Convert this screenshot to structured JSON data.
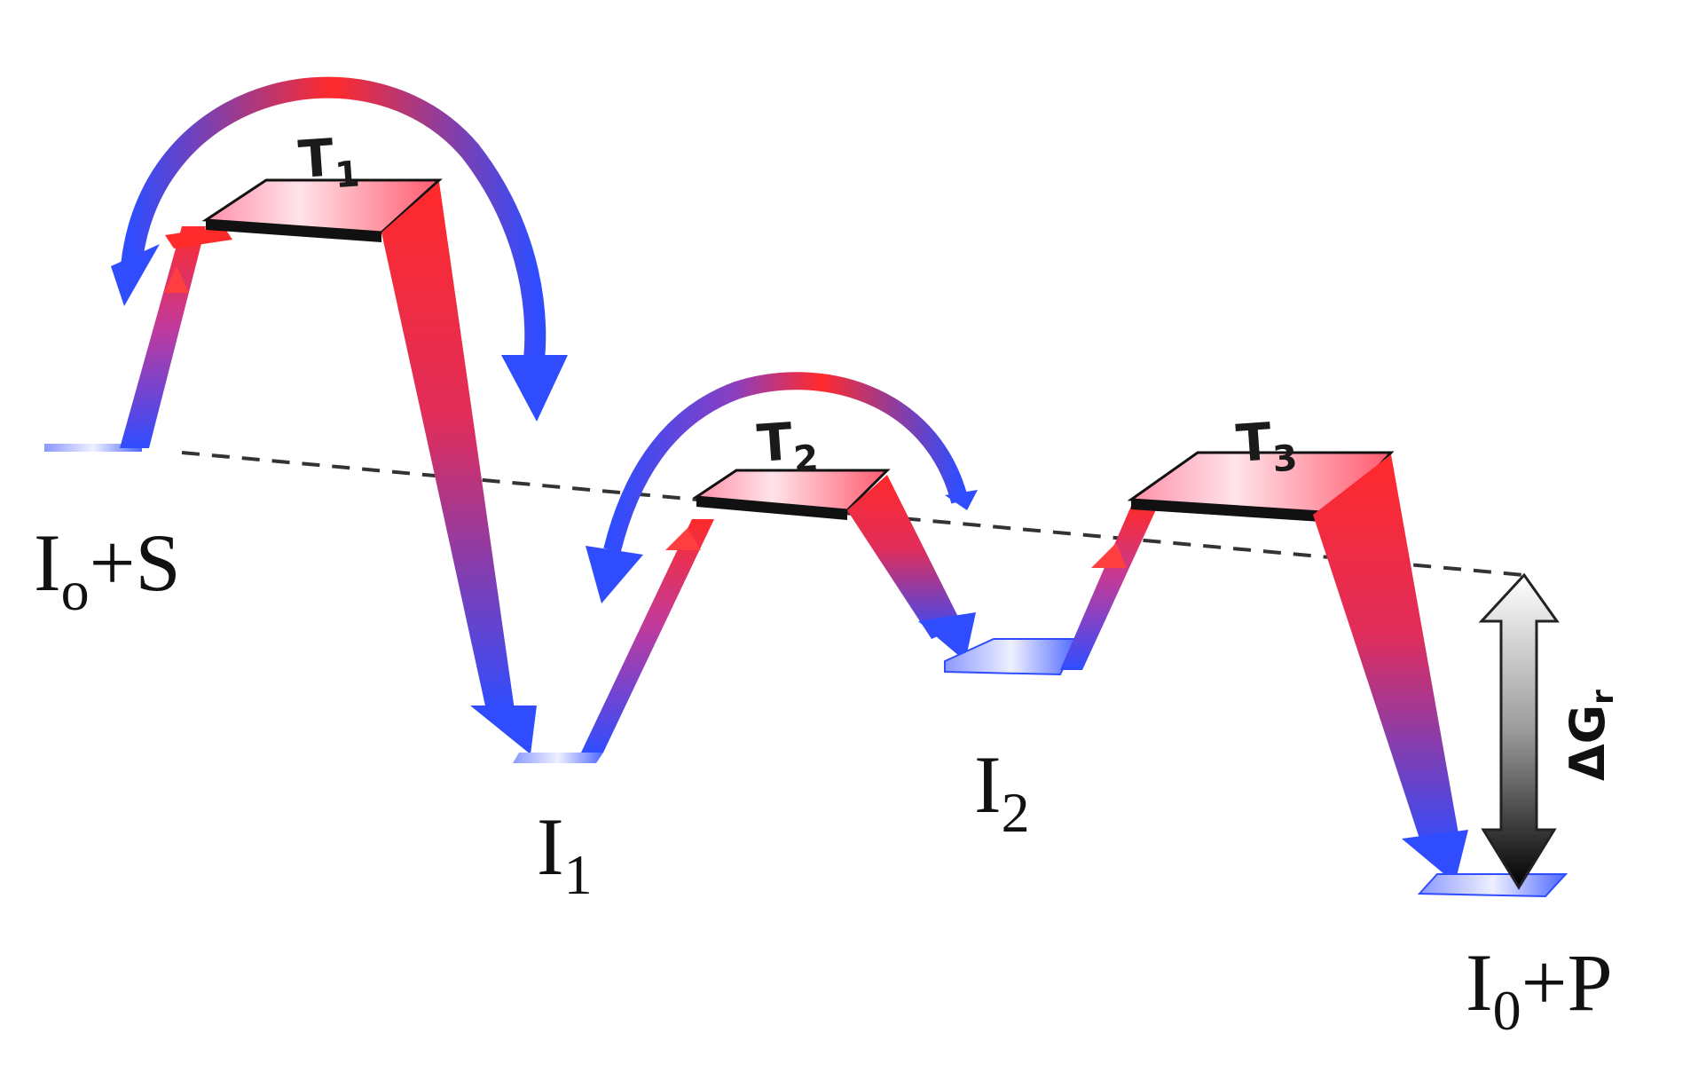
{
  "diagram": {
    "colors": {
      "red": "#ff2a2a",
      "blue": "#2f4dff",
      "pink": "#ffd2dc",
      "edge": "#111111"
    },
    "states": {
      "start": {
        "main": "I",
        "sub": "o",
        "rest": "+S"
      },
      "i1": {
        "main": "I",
        "sub": "1",
        "rest": ""
      },
      "i2": {
        "main": "I",
        "sub": "2",
        "rest": ""
      },
      "end": {
        "main": "I",
        "sub": "0",
        "rest": "+P"
      }
    },
    "transition_states": {
      "t1": {
        "main": "T",
        "sub": "1"
      },
      "t2": {
        "main": "T",
        "sub": "2"
      },
      "t3": {
        "main": "T",
        "sub": "3"
      }
    },
    "delta_g": {
      "main": "ΔG",
      "sub": "r"
    }
  }
}
